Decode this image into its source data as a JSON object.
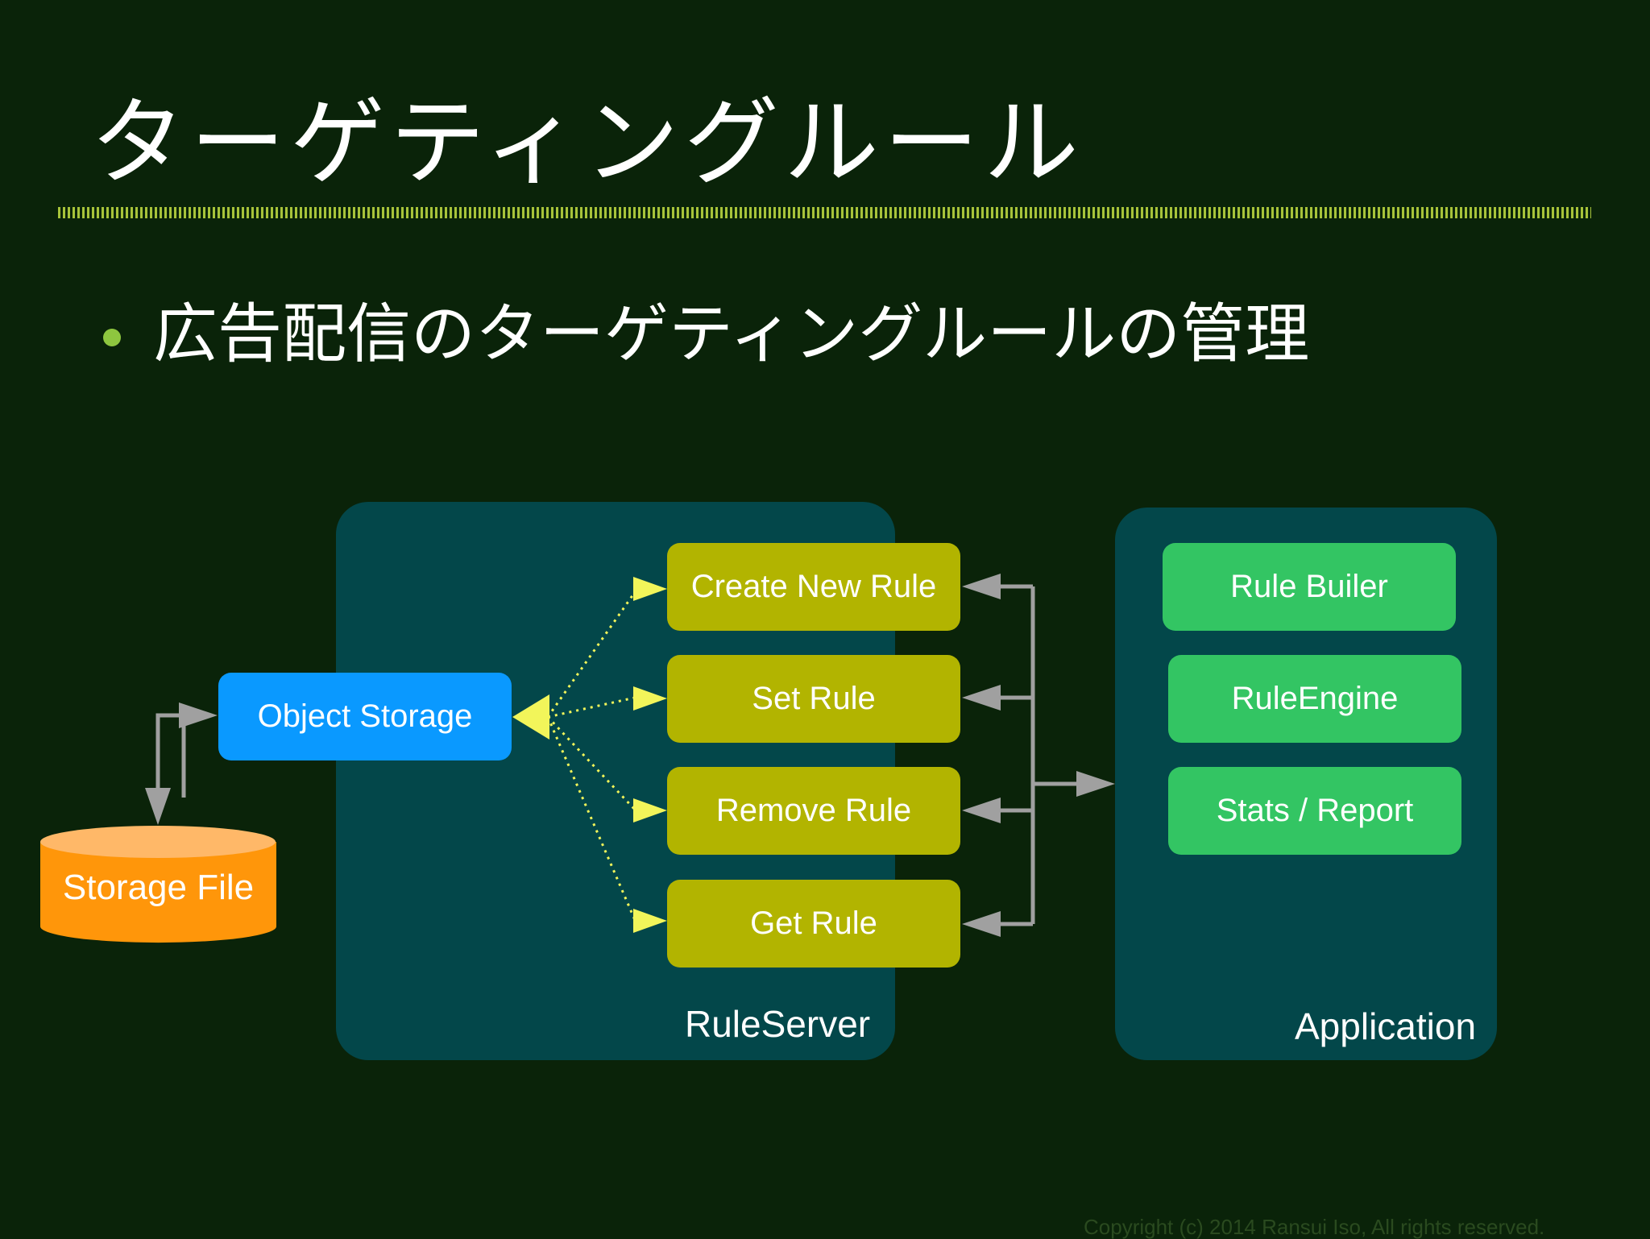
{
  "slide": {
    "title": "ターゲティングルール",
    "bullet": "広告配信のターゲティングルールの管理"
  },
  "diagram": {
    "rule_server": {
      "label": "RuleServer",
      "rules": [
        "Create New Rule",
        "Set Rule",
        "Remove Rule",
        "Get Rule"
      ]
    },
    "object_storage": "Object Storage",
    "storage_file": "Storage File",
    "application": {
      "label": "Application",
      "components": [
        "Rule Builer",
        "RuleEngine",
        "Stats / Report"
      ]
    }
  },
  "colors": {
    "background": "#0a2309",
    "panel": "#03474a",
    "rule_box": "#b2b400",
    "app_box": "#33c563",
    "object_storage": "#0a99ff",
    "storage_file": "#ff960a",
    "title_rule": "#a7c33a",
    "dotted_link": "#f2f55a",
    "arrow": "#a0a0a0"
  },
  "footer": {
    "copyright": "Copyright (c) 2014 Ransui Iso, All rights reserved."
  }
}
